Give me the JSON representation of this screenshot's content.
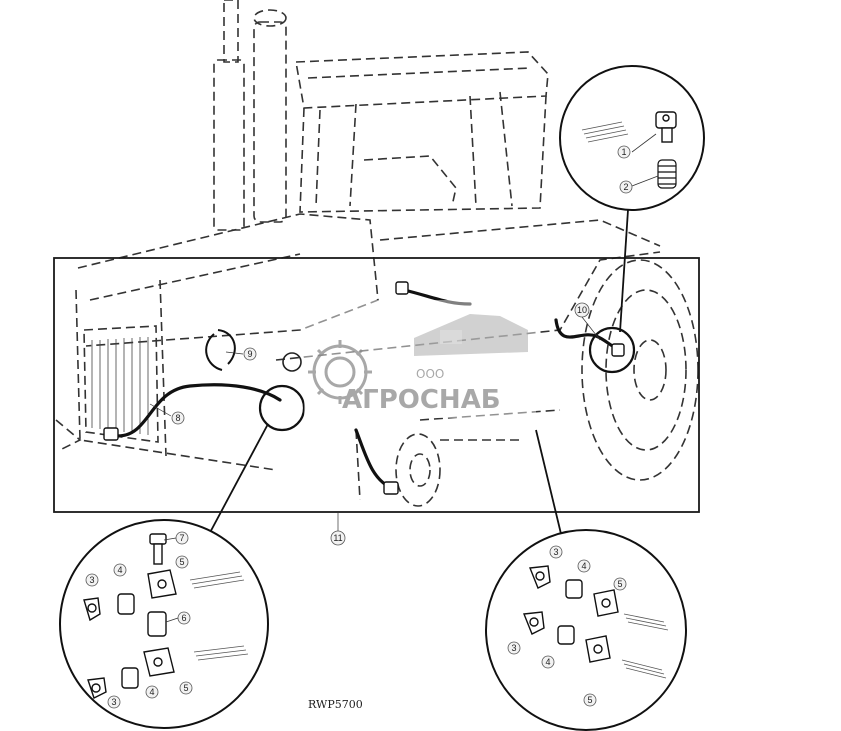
{
  "watermark": {
    "brand_small": "ООО",
    "brand_main": "АГРОСНАБ"
  },
  "reference_code": "RWP5700",
  "callouts": [
    {
      "id": "c1",
      "label": "1"
    },
    {
      "id": "c2",
      "label": "2"
    },
    {
      "id": "c3a",
      "label": "3"
    },
    {
      "id": "c3b",
      "label": "3"
    },
    {
      "id": "c3c",
      "label": "3"
    },
    {
      "id": "c3d",
      "label": "3"
    },
    {
      "id": "c4a",
      "label": "4"
    },
    {
      "id": "c4b",
      "label": "4"
    },
    {
      "id": "c4c",
      "label": "4"
    },
    {
      "id": "c4d",
      "label": "4"
    },
    {
      "id": "c5a",
      "label": "5"
    },
    {
      "id": "c5b",
      "label": "5"
    },
    {
      "id": "c5c",
      "label": "5"
    },
    {
      "id": "c5d",
      "label": "5"
    },
    {
      "id": "c6",
      "label": "6"
    },
    {
      "id": "c7",
      "label": "7"
    },
    {
      "id": "c8",
      "label": "8"
    },
    {
      "id": "c9",
      "label": "9"
    },
    {
      "id": "c10",
      "label": "10"
    },
    {
      "id": "c11",
      "label": "11"
    }
  ],
  "colors": {
    "line": "#1a1a1a",
    "dash": "#333333",
    "watermark": "#9a9a9a"
  }
}
